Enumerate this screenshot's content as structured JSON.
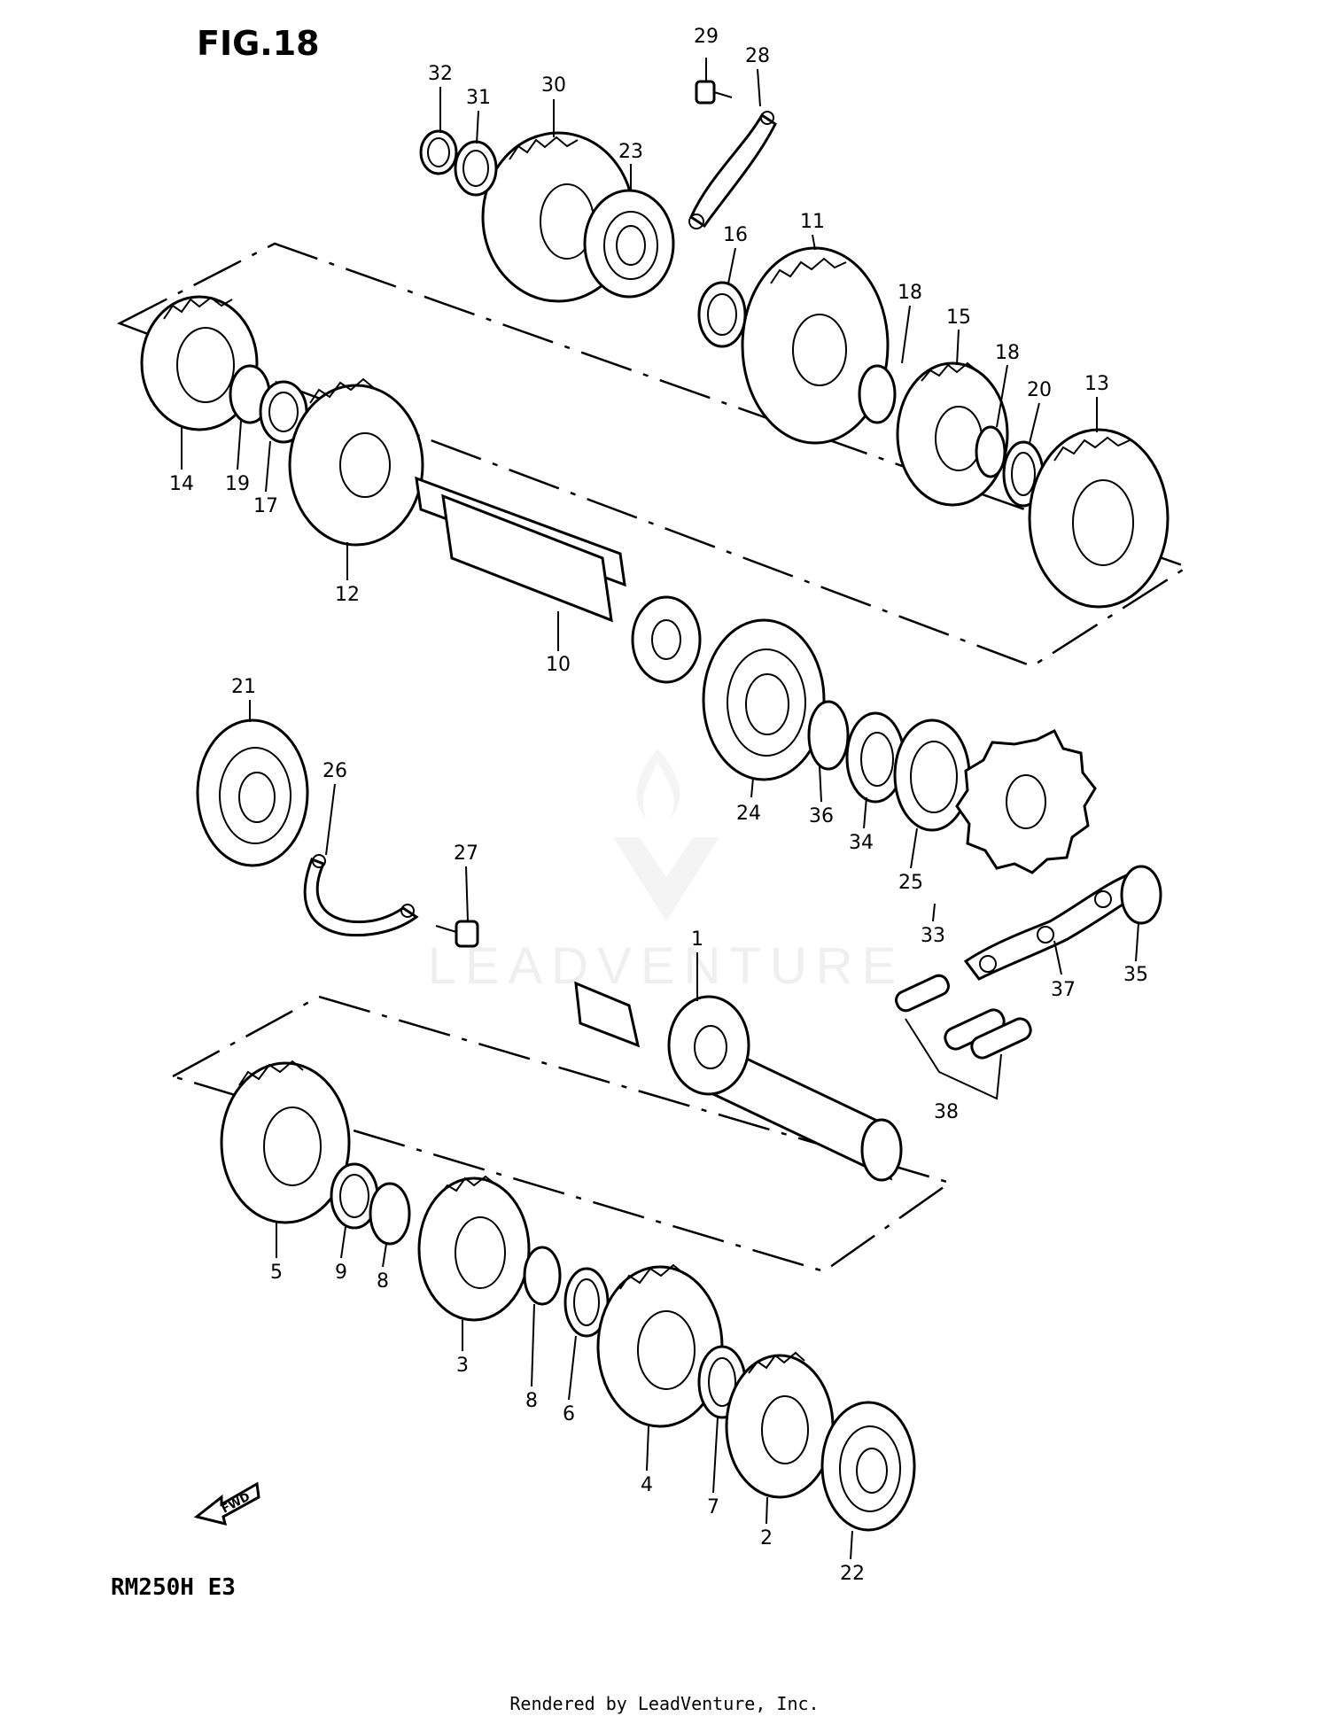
{
  "figure_title": "FIG.18",
  "model_label": "RM250H E3",
  "footer_text": "Rendered by LeadVenture, Inc.",
  "watermark_text": "LEADVENTURE",
  "fwd_label": "FWD",
  "callouts": {
    "c1": "1",
    "c2": "2",
    "c3": "3",
    "c4": "4",
    "c5": "5",
    "c6": "6",
    "c7": "7",
    "c8a": "8",
    "c8b": "8",
    "c9": "9",
    "c10": "10",
    "c11": "11",
    "c12": "12",
    "c13": "13",
    "c14": "14",
    "c15": "15",
    "c16": "16",
    "c17": "17",
    "c18a": "18",
    "c18b": "18",
    "c19": "19",
    "c20": "20",
    "c21": "21",
    "c22": "22",
    "c23": "23",
    "c24": "24",
    "c25": "25",
    "c26": "26",
    "c27": "27",
    "c28": "28",
    "c29": "29",
    "c30": "30",
    "c31": "31",
    "c32": "32",
    "c33": "33",
    "c34": "34",
    "c35": "35",
    "c36": "36",
    "c37": "37",
    "c38": "38"
  }
}
